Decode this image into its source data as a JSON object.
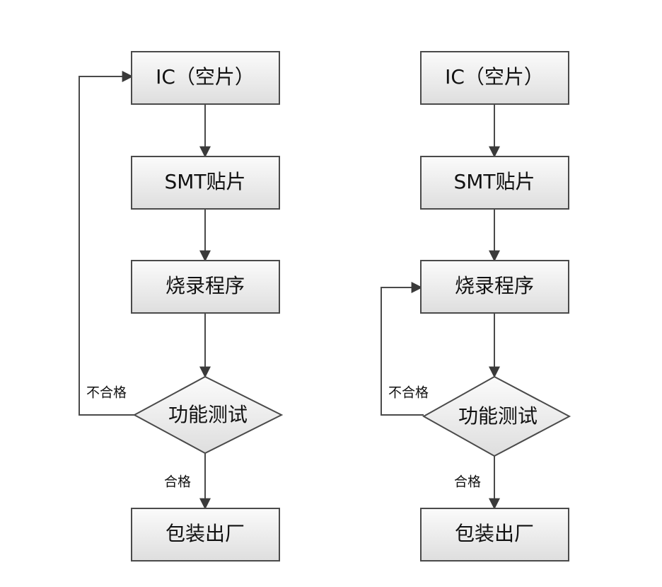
{
  "flowcharts": [
    {
      "nodes": {
        "ic": "IC（空片）",
        "smt": "SMT贴片",
        "burn": "烧录程序",
        "test": "功能测试",
        "pack": "包装出厂"
      },
      "edges": {
        "fail": "不合格",
        "pass": "合格"
      }
    },
    {
      "nodes": {
        "ic": "IC（空片）",
        "smt": "SMT贴片",
        "burn": "烧录程序",
        "test": "功能测试",
        "pack": "包装出厂"
      },
      "edges": {
        "fail": "不合格",
        "pass": "合格"
      }
    }
  ],
  "colors": {
    "box_fill_top": "#fbfbfb",
    "box_fill_bottom": "#dedede",
    "stroke": "#4a4a4a",
    "text": "#111111"
  }
}
